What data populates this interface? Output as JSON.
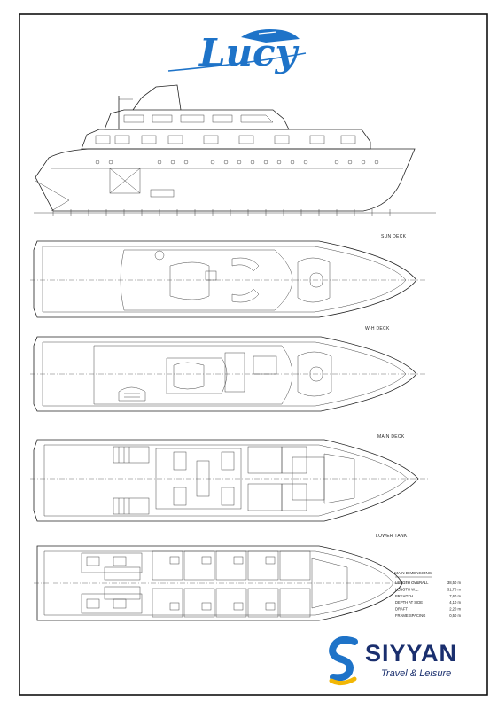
{
  "logo": {
    "text": "Lucy",
    "color": "#1e73c8"
  },
  "decks": {
    "sun": "SUN DECK",
    "wh": "W-H DECK",
    "main": "MAIN DECK",
    "lower": "LOWER TANK"
  },
  "main_dimensions": {
    "title": "MAIN DIMENSIONS",
    "rows": [
      {
        "label": "LENGTH OVERALL",
        "value": "38,50 m"
      },
      {
        "label": "LENGTH W.L.",
        "value": "31,70 m"
      },
      {
        "label": "BREADTH",
        "value": "7,60 m"
      },
      {
        "label": "DEPTH AT SIDE",
        "value": "4,10 m"
      },
      {
        "label": "DRAFT",
        "value": "2,20 m"
      },
      {
        "label": "FRAME SPACING",
        "value": "0,50 m"
      }
    ]
  },
  "brand": {
    "name": "SIYYAN",
    "tagline": "Travel & Leisure",
    "color_navy": "#1a2f6e",
    "color_blue": "#1e73c8",
    "color_gold": "#f2b705"
  }
}
